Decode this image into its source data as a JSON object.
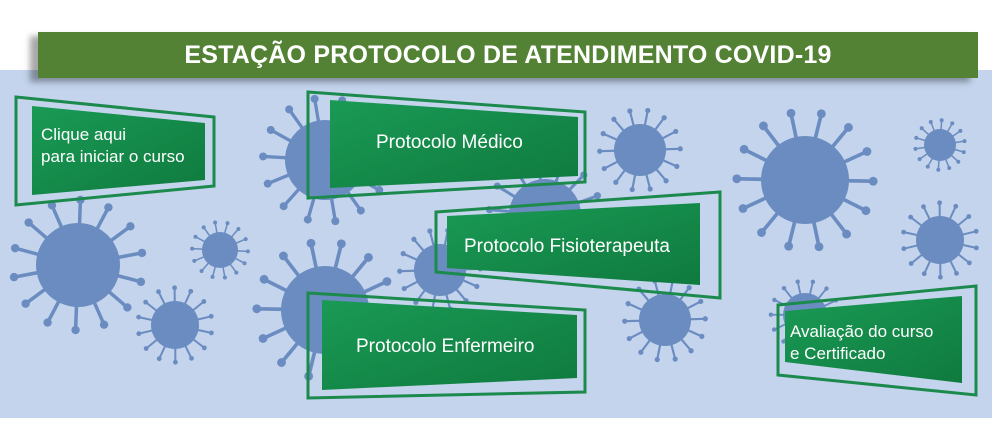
{
  "title": "ESTAÇÃO PROTOCOLO DE ATENDIMENTO COVID-19",
  "buttons": {
    "start": {
      "line1": "Clique aqui",
      "line2": "para iniciar o curso"
    },
    "medico": "Protocolo Médico",
    "fisio": "Protocolo Fisioterapeuta",
    "enfermeiro": "Protocolo Enfermeiro",
    "avaliacao": {
      "line1": "Avaliação do curso",
      "line2": "e Certificado"
    }
  },
  "colors": {
    "title_bg": "#548235",
    "panel_bg": "#c3d4ec",
    "button_green": "#14894a",
    "frame_green": "#1b8a4c",
    "virus": "#6a8cc0"
  }
}
